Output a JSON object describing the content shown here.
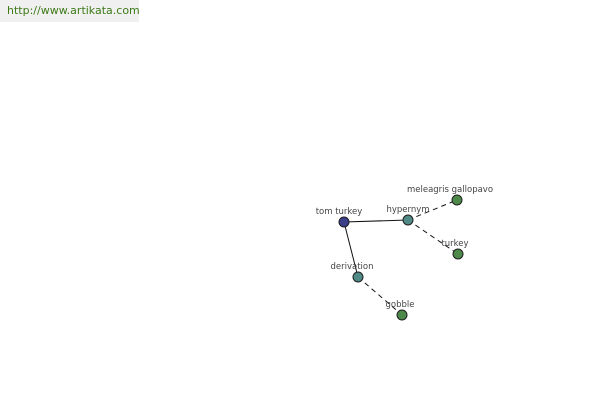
{
  "header": {
    "url": "http://www.artikata.com"
  },
  "colors": {
    "root_node": "#3b3f8a",
    "relation_node": "#4f8a86",
    "word_node": "#4d8a4a"
  },
  "graph": {
    "nodes": {
      "tom_turkey": {
        "label": "tom turkey",
        "kind": "root"
      },
      "hypernym": {
        "label": "hypernym",
        "kind": "relation"
      },
      "derivation": {
        "label": "derivation",
        "kind": "relation"
      },
      "meleagris_gallopavo": {
        "label": "meleagris gallopavo",
        "kind": "word"
      },
      "turkey": {
        "label": "turkey",
        "kind": "word"
      },
      "gobble": {
        "label": "gobble",
        "kind": "word"
      }
    }
  }
}
